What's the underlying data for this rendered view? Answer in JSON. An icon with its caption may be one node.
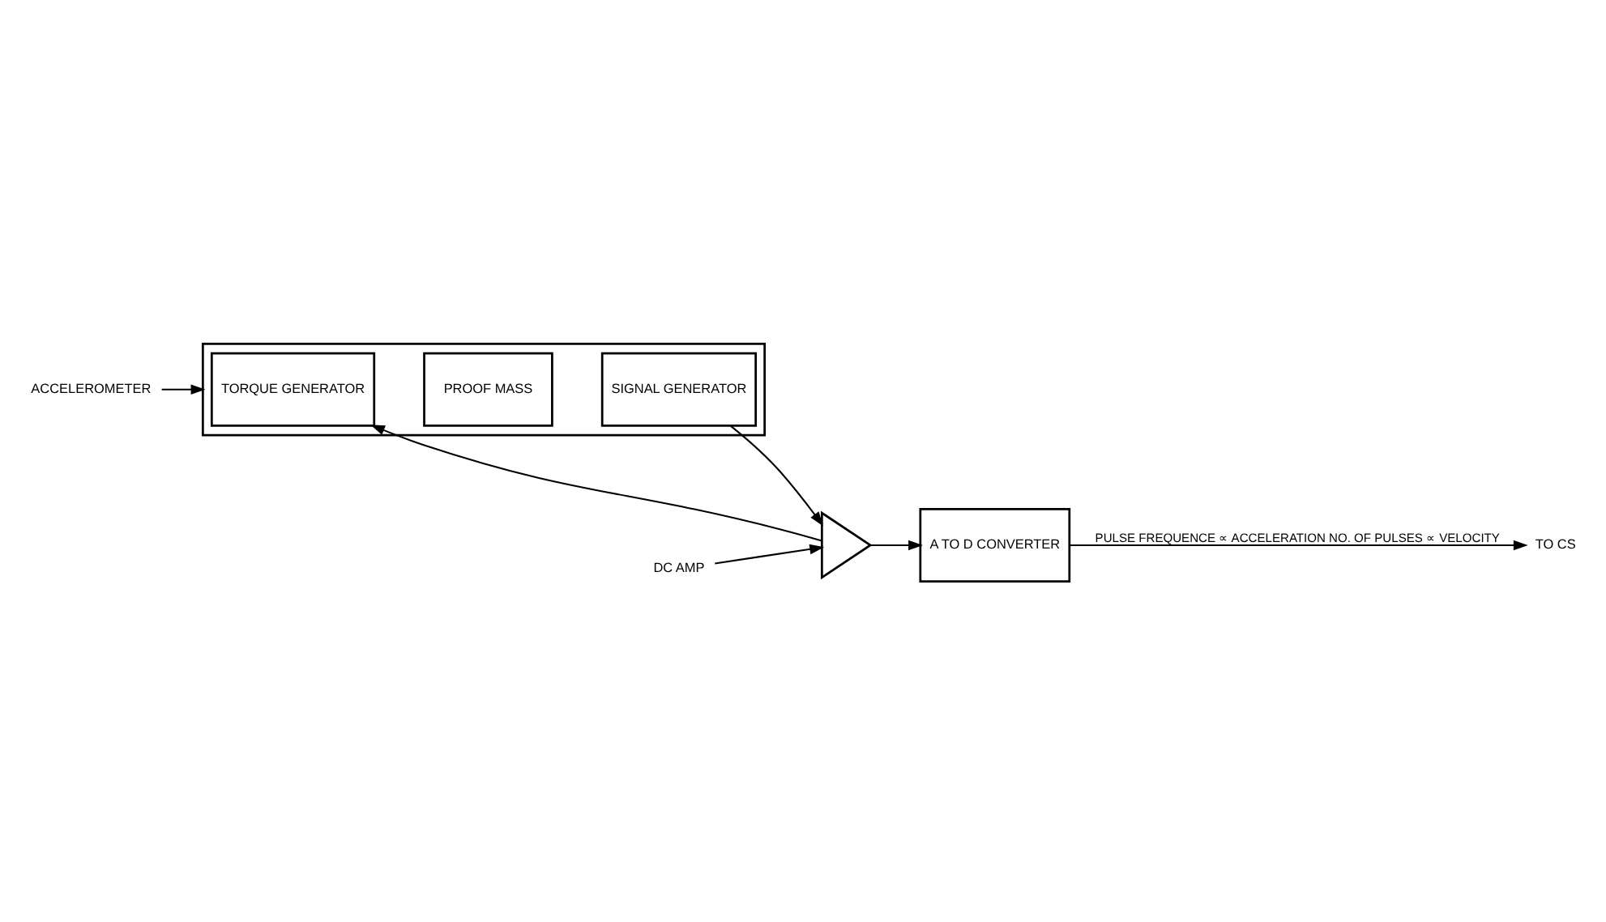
{
  "diagram": {
    "nodes": [
      {
        "text": [
          "ACCELEROMETER"
        ]
      },
      {
        "text": [],
        "shape": "box"
      },
      {
        "text": [
          "TORQUE GENERATOR"
        ],
        "in": 1
      },
      {
        "text": [
          "PROOF MASS"
        ],
        "in": 1
      },
      {
        "text": [
          "SIGNAL GENERATOR"
        ],
        "in": 1
      },
      {
        "text": [
          "DC AMP"
        ]
      },
      {
        "text": [],
        "shape": "triangle"
      },
      {
        "text": [
          "A TO D CONVERTER"
        ]
      },
      {
        "text": [
          "TO CS"
        ]
      }
    ],
    "edges": [
      {
        "from": 0,
        "to": 1,
        "arrow": "to"
      },
      {
        "from": 4,
        "to": 6,
        "arrow": "to"
      },
      {
        "from": 5,
        "to": 6,
        "arrow": "to"
      },
      {
        "from": 6,
        "to": 2,
        "arrow": "to"
      },
      {
        "from": 6,
        "to": 7,
        "arrow": "to"
      },
      {
        "from": 7,
        "to": 8,
        "arrow": "to",
        "label": "PULSE FREQUENCE ∝ ACCELERATION NO. OF PULSES ∝ VELOCITY"
      }
    ]
  }
}
